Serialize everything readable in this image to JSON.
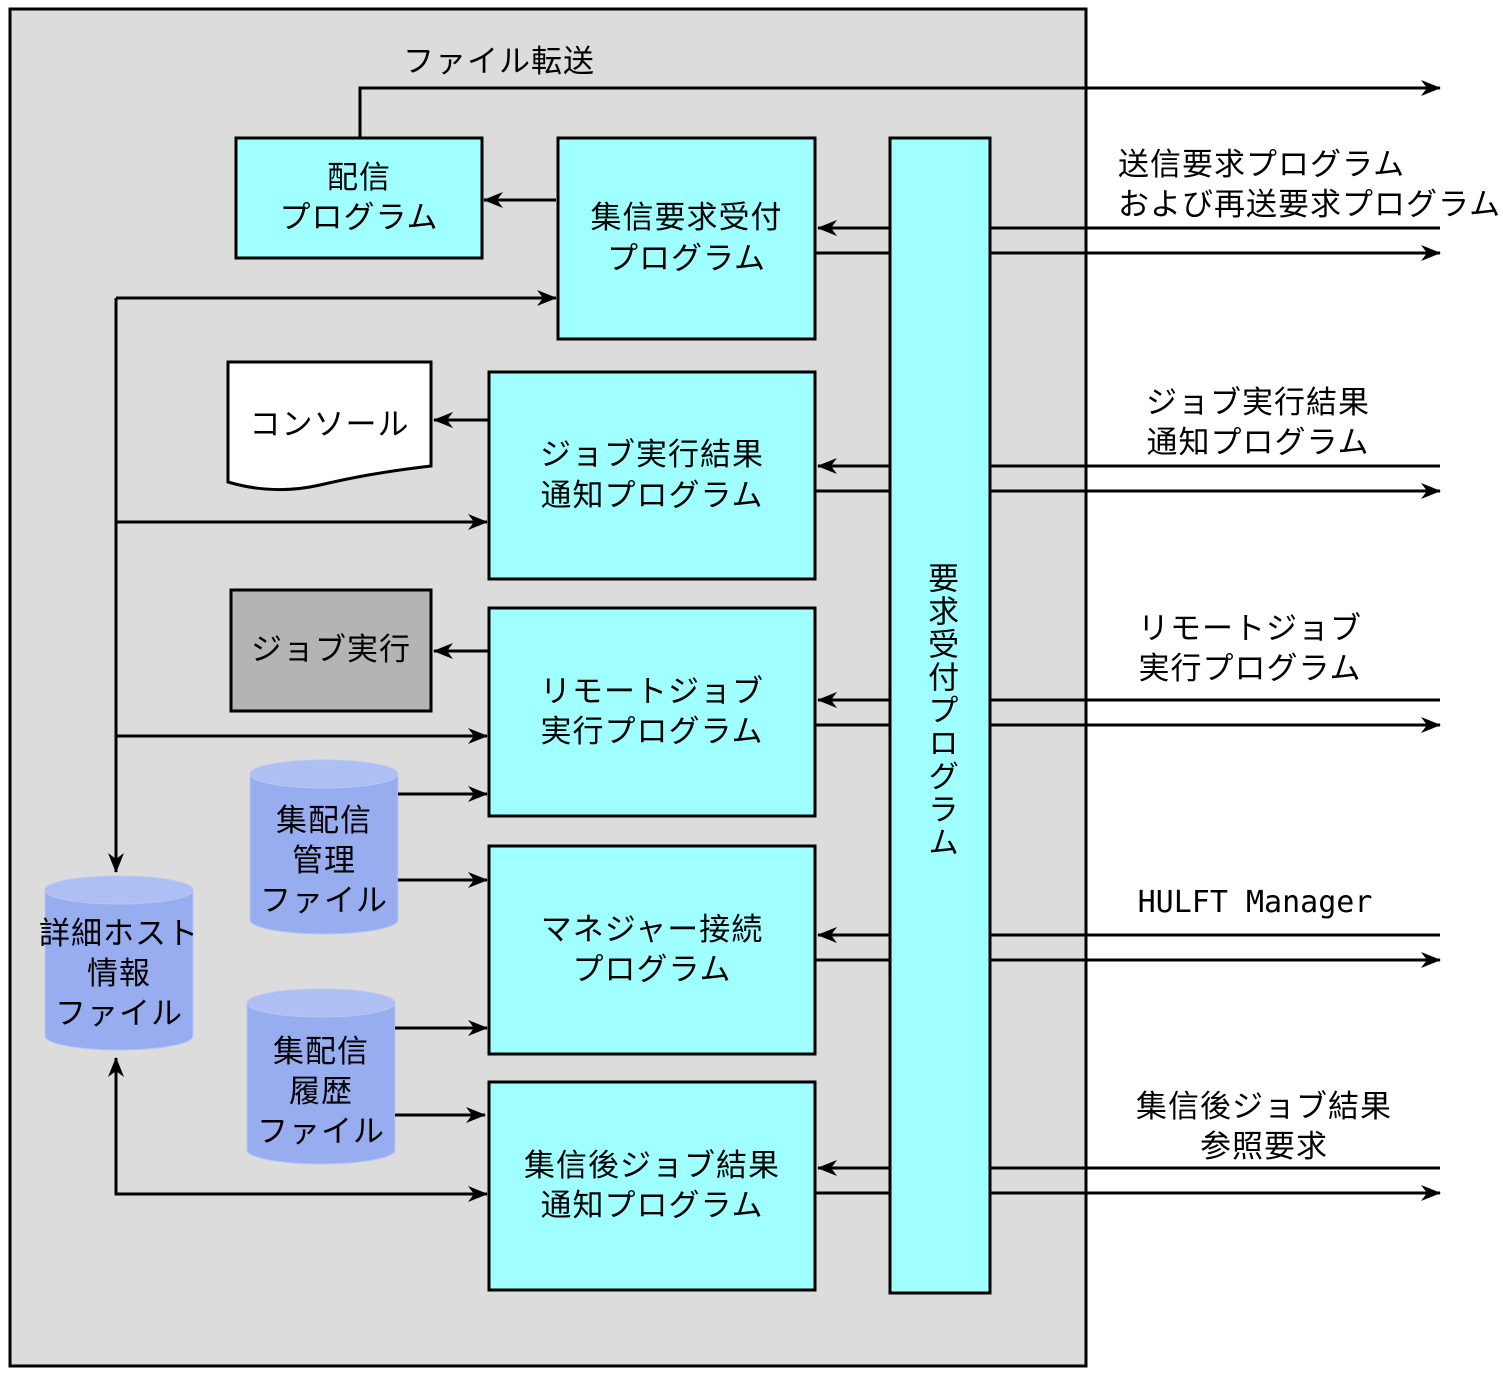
{
  "labels": {
    "file_transfer": "ファイル転送",
    "delivery_program": "配信\nプログラム",
    "collection_request_program": "集信要求受付\nプログラム",
    "console": "コンソール",
    "job_result_notify_program": "ジョブ実行結果\n通知プログラム",
    "job_exec": "ジョブ実行",
    "remote_job_program": "リモートジョブ\n実行プログラム",
    "manager_connect_program": "マネジャー接続\nプログラム",
    "post_collect_job_program": "集信後ジョブ結果\n通知プログラム",
    "request_acceptance_program": "要求受付プログラム",
    "mgmt_file": "集配信\n管理\nファイル",
    "history_file": "集配信\n履歴\nファイル",
    "host_file": "詳細ホスト\n情報\nファイル",
    "ext_send_request": "送信要求プログラム\nおよび再送要求プログラム",
    "ext_job_result": "ジョブ実行結果\n通知プログラム",
    "ext_remote_job": "リモートジョブ\n実行プログラム",
    "ext_hulft_manager": "HULFT Manager",
    "ext_post_collect": "集信後ジョブ結果\n参照要求"
  },
  "colors": {
    "container_fill": "#dcdcdc",
    "program_fill": "#a0ffff",
    "job_exec_fill": "#b4b4b4",
    "file_fill": "#97adf0",
    "line": "#000000"
  }
}
